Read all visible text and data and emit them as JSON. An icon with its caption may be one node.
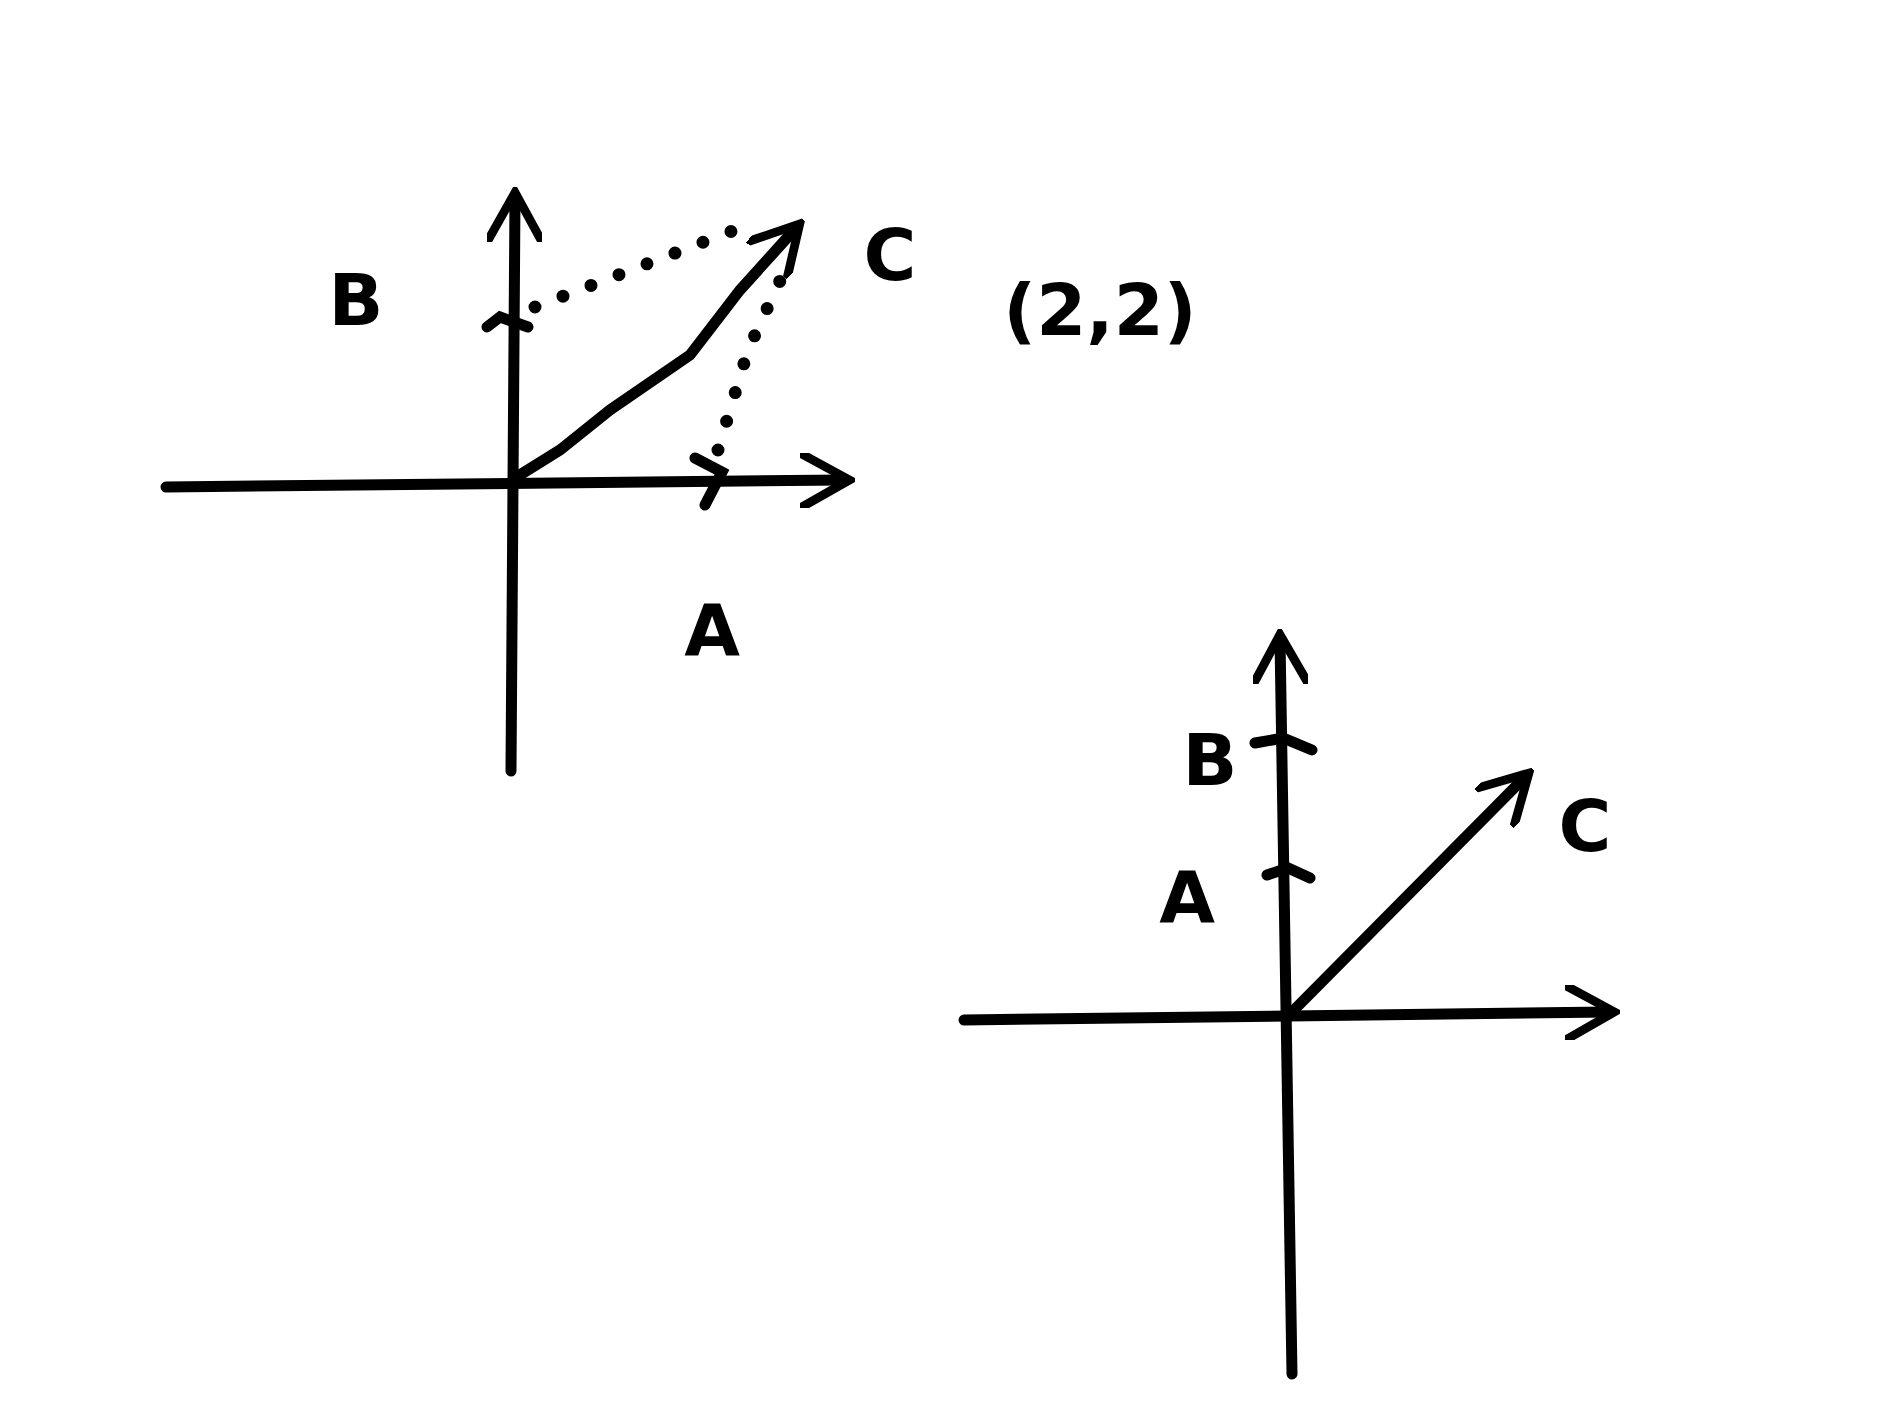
{
  "diagram": {
    "labels": [
      "C",
      "(2,2)",
      "B",
      "A",
      "B",
      "C",
      "A"
    ]
  }
}
